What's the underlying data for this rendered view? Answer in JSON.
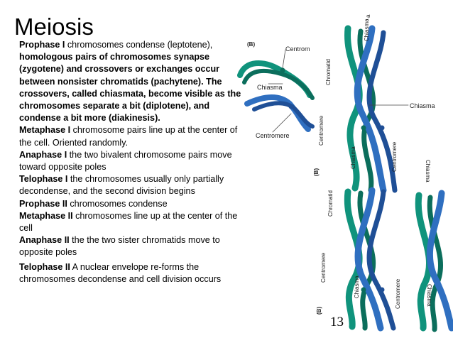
{
  "slide": {
    "title": "Meiosis",
    "page_number": "13"
  },
  "text": {
    "p1_a": "Prophase I",
    "p1_b": " chromosomes condense (leptotene), ",
    "p1_c": "homologous pairs of chromosomes synapse (zygotene) and crossovers or exchanges occur between nonsister chromatids (pachytene). The crossovers, called chiasmata, become visible as the chromosomes separate a bit (diplotene), and condense a bit more (diakinesis).",
    "p2_a": "Metaphase I",
    "p2_b": " chromosome pairs line up at the center of the cell. Oriented randomly.",
    "p3_a": "Anaphase I",
    "p3_b": " the two bivalent chromosome pairs move toward opposite poles",
    "p4_a": "Telophase I",
    "p4_b": " the chromosomes usually only partially decondense, and the second division begins",
    "p5_a": "Prophase II",
    "p5_b": " chromosomes condense",
    "p6_a": "Metaphase II",
    "p6_b": "  chromosomes line up at the center of the cell",
    "p7_a": "Anaphase II",
    "p7_b": " the the two sister chromatids move to opposite poles",
    "p8_a": "Telophase II",
    "p8_b": " A nuclear envelope re-forms the chromosomes decondense and cell division occurs"
  },
  "figure": {
    "panel_b": "(B)",
    "panel_b_rotated": "(B)",
    "panel_b_rotated_2": "(B)",
    "centromere": "Centromere",
    "centromere_cut": "Centrom",
    "chiasma": "Chiasma",
    "chromatid": "Chromatid",
    "chiasma_right": "Chiasma",
    "chiasma_top": "Chiasma",
    "chiasma_top_a": "a",
    "centromere_rot": "Centromere",
    "centromere_rot_2": "Centromere",
    "chiasma_rot": "Chiasma",
    "centromere_lower": "Centromere",
    "chromatid_lower": "Chromatid",
    "chiasma_lower": "Chiasma",
    "centromere_lower_2": "Centromere",
    "chiasma_mirror": "Chiasma",
    "chiasma_mirror_2": "Chiasma",
    "colors": {
      "teal": "#10937c",
      "blue": "#2f6fc0",
      "dark_teal": "#0b6e5c",
      "dark_blue": "#1f4f96"
    }
  }
}
